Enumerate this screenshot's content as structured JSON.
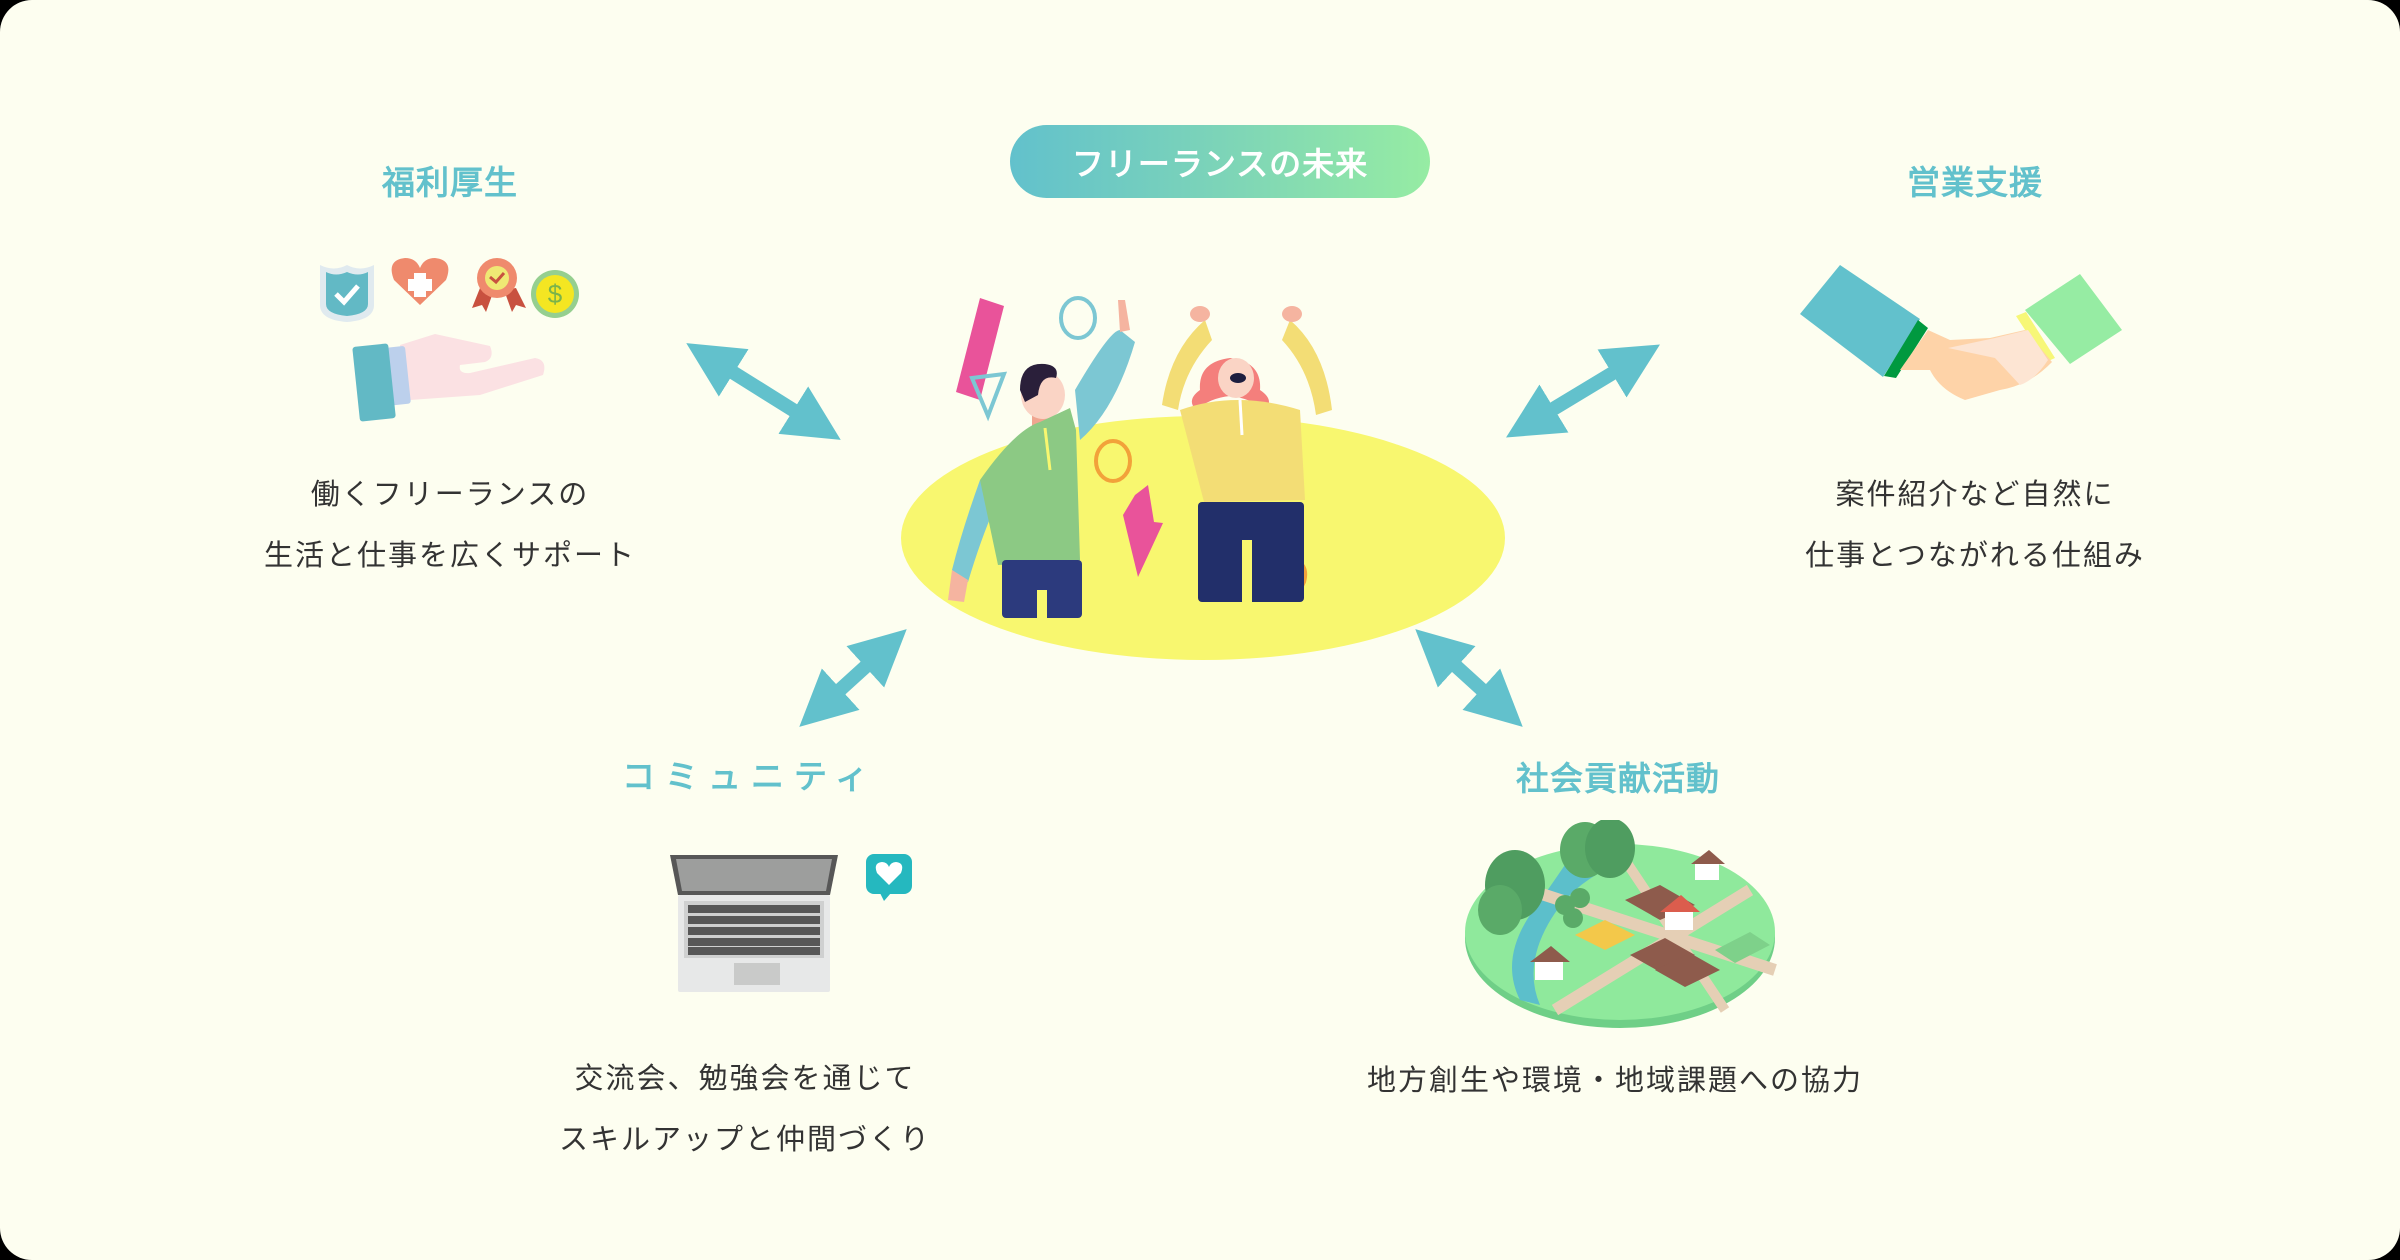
{
  "center": {
    "label": "フリーランスの未来",
    "illustration": "freelancers-celebrating-illustration"
  },
  "nodes": [
    {
      "id": "welfare",
      "title": "福利厚生",
      "illustration": "hand-offering-benefit-icons",
      "icons": [
        "shield-check-icon",
        "heart-plus-icon",
        "award-ribbon-icon",
        "dollar-coin-icon"
      ],
      "description_lines": [
        "働くフリーランスの",
        "生活と仕事を広くサポート"
      ]
    },
    {
      "id": "sales-support",
      "title": "営業支援",
      "illustration": "handshake-illustration",
      "description_lines": [
        "案件紹介など自然に",
        "仕事とつながれる仕組み"
      ]
    },
    {
      "id": "community",
      "title": "コミュニティ",
      "illustration": "laptop-with-heart-bubble",
      "description_lines": [
        "交流会、勉強会を通じて",
        "スキルアップと仲間づくり"
      ]
    },
    {
      "id": "social-contribution",
      "title": "社会貢献活動",
      "illustration": "isometric-rural-town-map",
      "description_lines": [
        "地方創生や環境・地域課題への協力"
      ]
    }
  ],
  "connectors": [
    {
      "from": "center",
      "to": "welfare",
      "type": "double-arrow"
    },
    {
      "from": "center",
      "to": "sales-support",
      "type": "double-arrow"
    },
    {
      "from": "center",
      "to": "community",
      "type": "double-arrow"
    },
    {
      "from": "center",
      "to": "social-contribution",
      "type": "double-arrow"
    }
  ],
  "colors": {
    "background": "#fdfef0",
    "accent": "#62c1cc",
    "pill_gradient_start": "#62c1cc",
    "pill_gradient_end": "#96eca3",
    "text": "#333333",
    "ellipse": "#f8f76f"
  }
}
